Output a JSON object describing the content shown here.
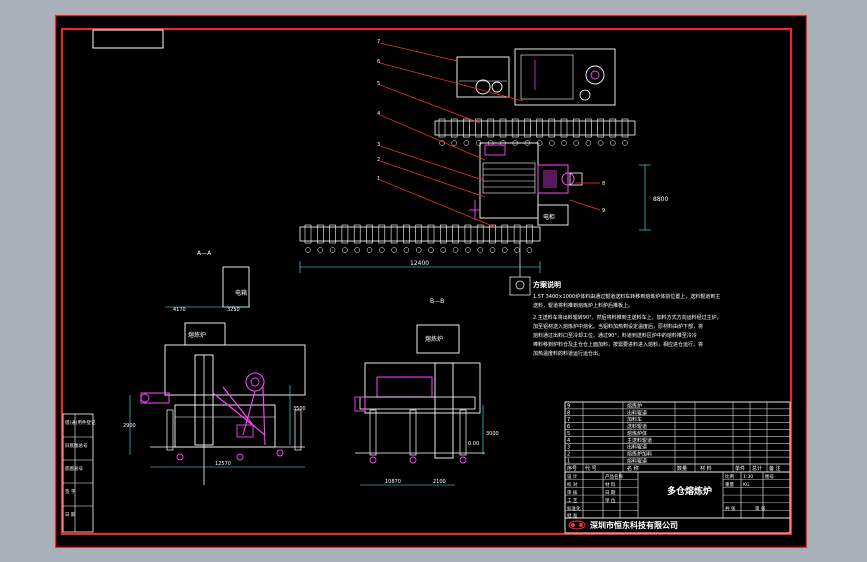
{
  "drawing": {
    "title": "多仓熔炼炉",
    "company": "深圳市恒东科技有限公司",
    "view_aa": "A—A",
    "view_bb": "B—B",
    "notes_heading": "方案说明",
    "notes": [
      "1.5T 3400×1000炉体料由通过辊道送料车转移到熔炼炉体前位置上，送料辊道到主",
      "  送料，辊道将料推到熔炼炉上料炉后推板上。",
      "2.主送料车将出料辊转90°，然后将料推到主送料车上，加料方式方向运料经过主炉，",
      "  加至铝材送入熔炼炉中熔化。当铝料加热到设定温度后，原材料由炉下部，将",
      "  熔料通过出料口至冷却工位。通过90°，料道到送料区炉中的熔料推至冷冷",
      "  棒料移到炉料仓及主仓仓上面加料，按需要进料进入熔料，相应进仓运行，将",
      "  加热温度料的料道运行运仓出。"
    ],
    "labels": {
      "furnace_a": "熔炼炉",
      "furnace_b": "熔炼炉",
      "electric": "电箱",
      "electric_box": "电柜"
    },
    "dimensions": {
      "plan_length": "12400",
      "plan_height": "8800",
      "aa_width": "12570",
      "aa_sub": "3250",
      "aa_left": "4170",
      "aa_side": "2900",
      "aa_right": "3500",
      "bb_width": "10870",
      "bb_right": "3000",
      "bb_level": "0.00",
      "bb_side": "2100"
    },
    "balloons": [
      "7",
      "6",
      "5",
      "4",
      "3",
      "2",
      "1",
      "8",
      "9"
    ],
    "bom_rows": [
      {
        "no": "9",
        "name": "熔炼炉"
      },
      {
        "no": "8",
        "name": "出料辊道"
      },
      {
        "no": "7",
        "name": "加料车"
      },
      {
        "no": "6",
        "name": "送料辊道"
      },
      {
        "no": "5",
        "name": "熔炼炉体"
      },
      {
        "no": "4",
        "name": "主送料辊道"
      },
      {
        "no": "3",
        "name": "出料辊道"
      },
      {
        "no": "2",
        "name": "熔炼炉加料"
      },
      {
        "no": "1",
        "name": "熔料辊道"
      }
    ],
    "bom_header": [
      "序号",
      "代 号",
      "名 称",
      "数量",
      "材 料",
      "单件",
      "总计",
      "备 注"
    ],
    "sig_rows": [
      "设 计",
      "校 对",
      "审 核",
      "工 艺",
      "标准化",
      "批 准"
    ],
    "sig_mid": [
      "产品名称",
      "材 料",
      "日 期",
      "单 位"
    ],
    "sig_right": [
      "比例",
      "1:30",
      "重量",
      "KG",
      "图号",
      "共 张",
      "第 张"
    ],
    "left_strip": [
      "借(通)用件登记",
      "旧底图总号",
      "底图总号",
      "签 字",
      "日 期"
    ]
  },
  "colors": {
    "frame": "#ff2020",
    "line": "#ffffff",
    "machine": "#ff44ff",
    "dimension": "#44ffff",
    "leader": "#ff3030",
    "grey": "#b0b0b0"
  }
}
